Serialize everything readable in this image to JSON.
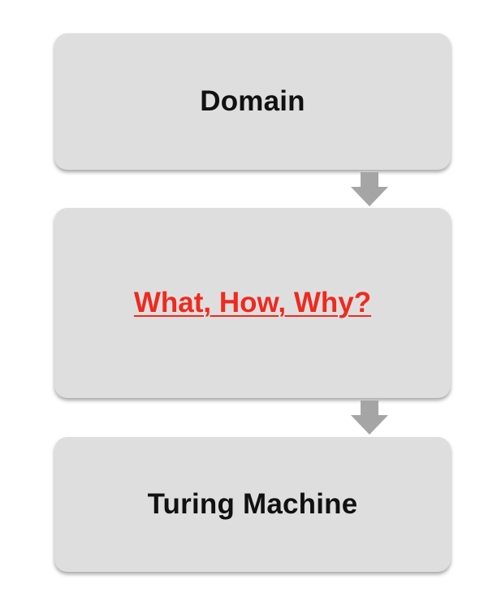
{
  "boxes": {
    "domain": {
      "label": "Domain"
    },
    "question": {
      "label": "What, How, Why?"
    },
    "turing": {
      "label": "Turing Machine"
    }
  },
  "colors": {
    "box_fill": "#dedede",
    "arrow_fill": "#a5a5a5",
    "text": "#111111",
    "link": "#ee2a1f"
  }
}
